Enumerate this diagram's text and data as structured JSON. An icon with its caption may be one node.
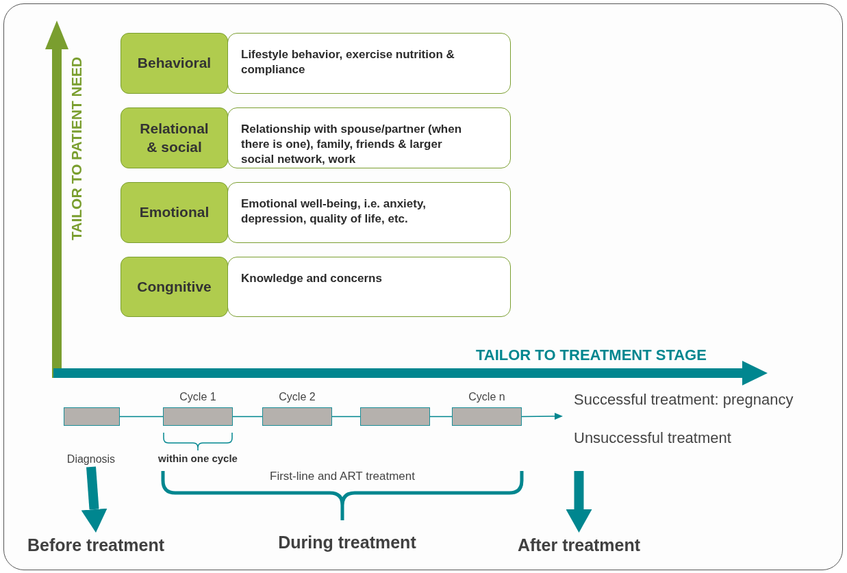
{
  "diagram": {
    "nodes": [
      {
        "text": [
          "Behavioral"
        ]
      },
      {
        "text": [
          "Lifestyle behavior, exercise nutrition & compliance"
        ]
      },
      {
        "text": [
          "Relational & social"
        ]
      },
      {
        "text": [
          "Relationship with spouse/partner (when there is one), family, friends & larger social network, work"
        ]
      },
      {
        "text": [
          "Emotional"
        ]
      },
      {
        "text": [
          "Emotional well-being, i.e. anxiety, depression, quality of life, etc."
        ]
      },
      {
        "text": [
          "Congnitive"
        ]
      },
      {
        "text": [
          "Knowledge and concerns"
        ]
      },
      {
        "text": [],
        "shape": "bar"
      },
      {
        "text": [],
        "shape": "bar",
        "beside": [
          "Cycle 1"
        ]
      },
      {
        "text": [],
        "shape": "bar",
        "beside": [
          "Cycle 2"
        ]
      },
      {
        "text": [],
        "shape": "bar"
      },
      {
        "text": [],
        "shape": "bar",
        "beside": [
          "Cycle n"
        ]
      },
      {
        "text": [
          "Diagnosis"
        ]
      },
      {
        "text": [
          "Before treatment"
        ]
      },
      {
        "text": [
          "After treatment"
        ]
      }
    ],
    "edges": [
      {
        "from": 8,
        "to": 9,
        "arrow": "none"
      },
      {
        "from": 9,
        "to": 10,
        "arrow": "none"
      },
      {
        "from": 10,
        "to": 11,
        "arrow": "none"
      },
      {
        "from": 11,
        "to": 12,
        "arrow": "none"
      },
      {
        "from": 12,
        "to": null,
        "arrow": "to"
      },
      {
        "from": 13,
        "to": 14,
        "arrow": "to",
        "style": "thick"
      },
      {
        "from": null,
        "to": 15,
        "arrow": "to",
        "style": "thick"
      }
    ],
    "labels": [
      "TAILOR TO PATIENT NEED",
      "TAILOR TO TREATMENT STAGE",
      "Successful treatment: pregnancy",
      "Unsuccessful treatment",
      "within one cycle",
      "First-line and ART treatment",
      "During treatment"
    ]
  }
}
